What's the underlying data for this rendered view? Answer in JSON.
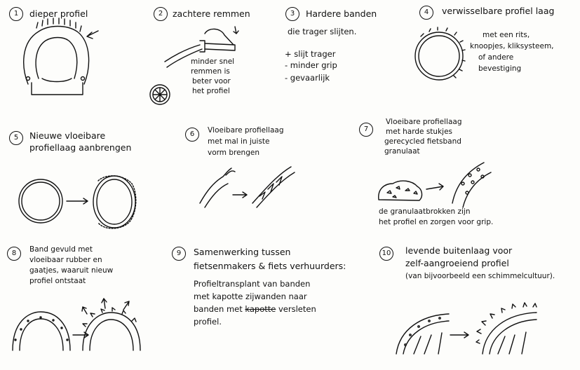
{
  "panels": [
    {
      "num": "1",
      "title": "dieper profiel"
    },
    {
      "num": "2",
      "title": "zachtere remmen",
      "note": [
        "minder snel",
        "remmen is",
        "beter voor",
        "het profiel"
      ]
    },
    {
      "num": "3",
      "title": "Hardere banden",
      "subtitle": "die trager slijten.",
      "list": [
        "+ slijt trager",
        "- minder grip",
        "- gevaarlijk"
      ]
    },
    {
      "num": "4",
      "title": "verwisselbare profiel laag",
      "note": [
        "met een rits,",
        "knoopjes, kliksysteem,",
        "of andere",
        "bevestiging"
      ]
    },
    {
      "num": "5",
      "title": [
        "Nieuwe vloeibare",
        "profiellaag aanbrengen"
      ]
    },
    {
      "num": "6",
      "title": [
        "Vloeibare profiellaag",
        "met mal in juiste",
        "vorm brengen"
      ]
    },
    {
      "num": "7",
      "title": [
        "Vloeibare profiellaag",
        "met harde stukjes",
        "gerecycled fietsband",
        "granulaat"
      ],
      "caption": [
        "de granulaatbrokken zijn",
        "het profiel en zorgen voor grip."
      ]
    },
    {
      "num": "8",
      "title": [
        "Band gevuld met",
        "vloeibaar rubber en",
        "gaatjes, waaruit nieuw",
        "profiel ontstaat"
      ]
    },
    {
      "num": "9",
      "title": [
        "Samenwerking tussen",
        "fietsenmakers & fiets verhuurders:"
      ],
      "body": [
        "Profieltransplant van banden",
        "met kapotte zijwanden naar"
      ],
      "body_line3_start": "banden met ",
      "body_line3_struck": "kapotte",
      "body_line3_end": " versleten",
      "body_line4": "profiel."
    },
    {
      "num": "10",
      "title": [
        "levende buitenlaag voor",
        "zelf-aangroeiend profiel"
      ],
      "subtitle": "(van bijvoorbeeld een schimmelcultuur)."
    }
  ]
}
